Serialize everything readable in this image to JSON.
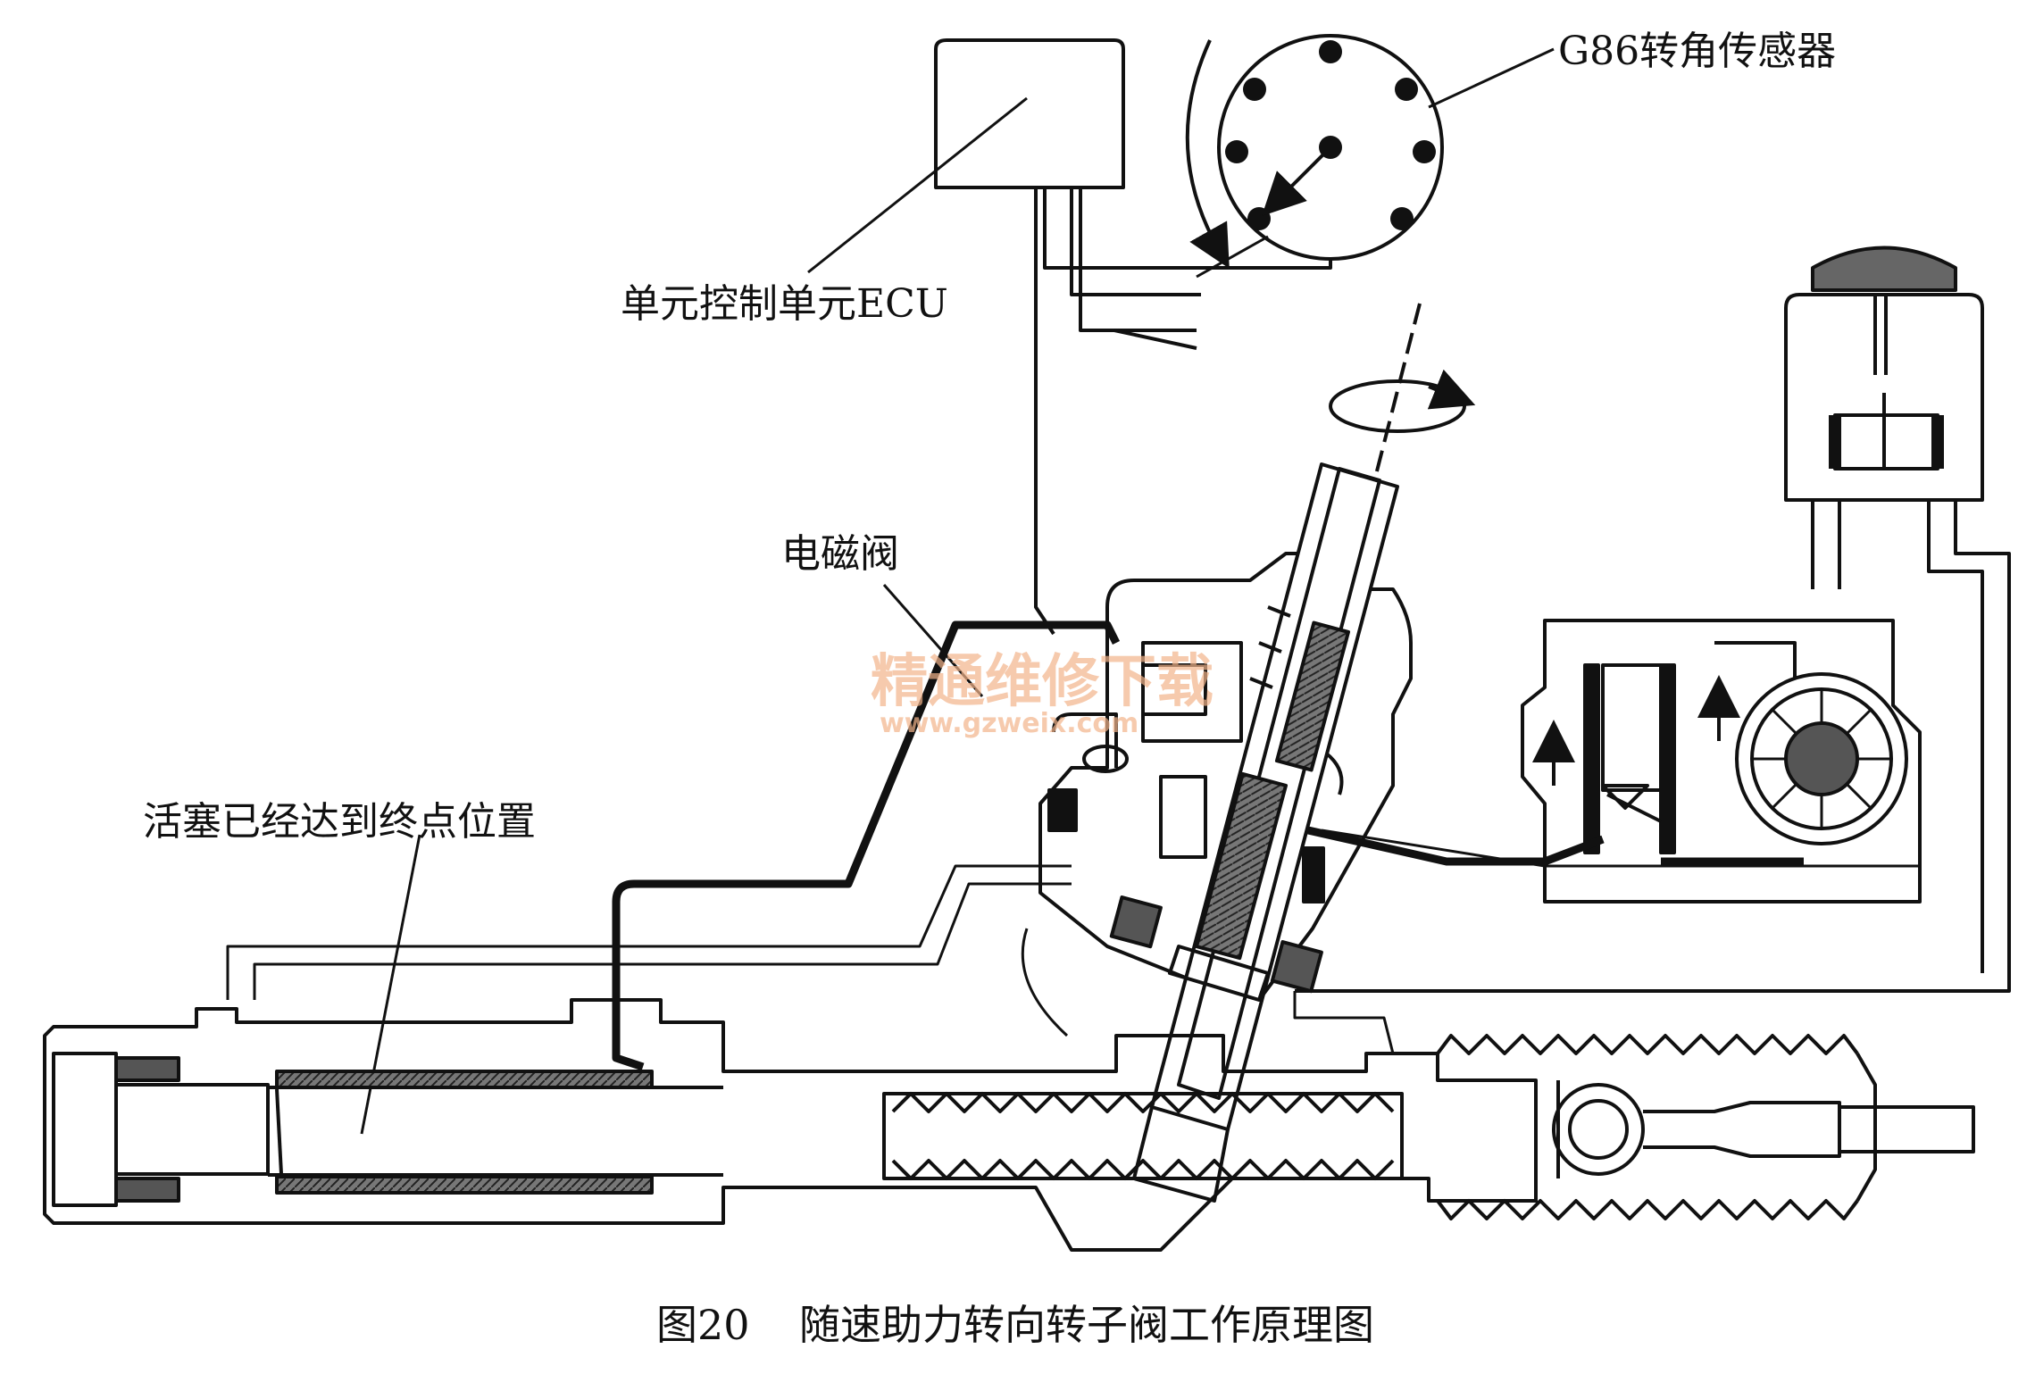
{
  "labels": {
    "sensor": "G86转角传感器",
    "ecu": "单元控制单元ECU",
    "solenoid": "电磁阀",
    "piston": "活塞已经达到终点位置"
  },
  "caption": {
    "figure_number": "图20",
    "title": "随速助力转向转子阀工作原理图"
  },
  "watermark": {
    "text": "精通维修下载",
    "url": "www.gzweix.com",
    "color": "#f2b48a"
  },
  "colors": {
    "line": "#111111",
    "background": "#ffffff",
    "hatch": "#555555"
  }
}
